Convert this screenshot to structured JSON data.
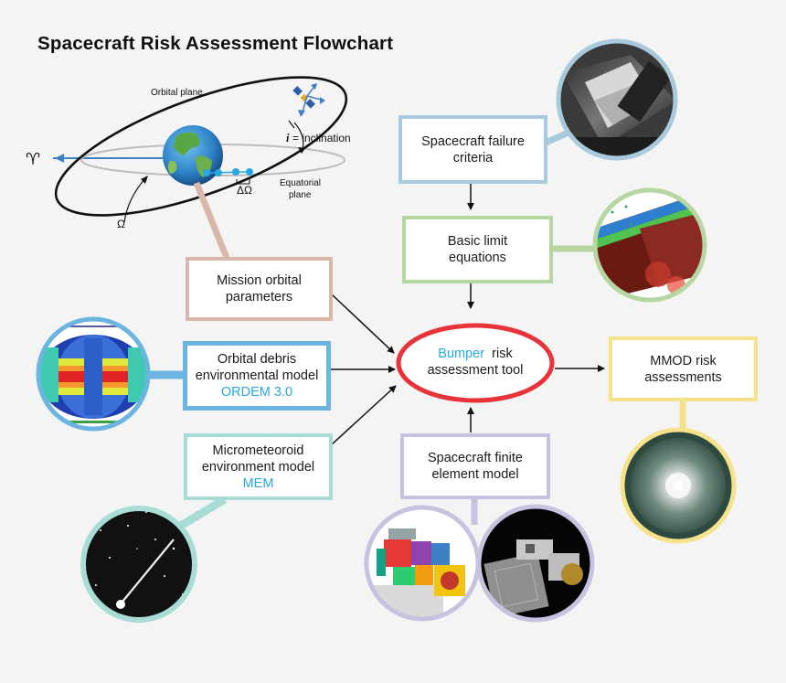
{
  "title": "Spacecraft Risk Assessment Flowchart",
  "orbit_diagram": {
    "orbital_plane_label": "Orbital plane",
    "inclination_symbol": "i",
    "inclination_text": "= inclination",
    "equatorial_plane_label_1": "Equatorial",
    "equatorial_plane_label_2": "plane",
    "delta_omega_label": "ΔΩ",
    "omega_label": "Ω",
    "vernal_symbol": "♈"
  },
  "boxes": {
    "mission": {
      "line1": "Mission orbital",
      "line2": "parameters",
      "border_color": "#d9b7aa"
    },
    "debris": {
      "line1": "Orbital debris",
      "line2": "environmental model",
      "model": "ORDEM 3.0",
      "border_color": "#6bb5e0"
    },
    "micro": {
      "line1": "Micrometeoroid",
      "line2": "environment model",
      "model": "MEM",
      "border_color": "#a8dcd4"
    },
    "failure": {
      "line1": "Spacecraft failure",
      "line2": "criteria",
      "border_color": "#a9c9dc"
    },
    "limit": {
      "line1": "Basic limit",
      "line2": "equations",
      "border_color": "#b6d6a2"
    },
    "fem": {
      "line1": "Spacecraft finite",
      "line2": "element model",
      "border_color": "#c5c3df"
    },
    "mmod": {
      "line1": "MMOD risk",
      "line2": "assessments",
      "border_color": "#f5e28a"
    }
  },
  "center": {
    "tool_name": "Bumper",
    "tool_rest": "risk",
    "line2": "assessment tool",
    "border_color": "#e8333a"
  },
  "colors": {
    "link_blue": "#29a8e0",
    "arrow": "#111111"
  },
  "images": {
    "debris_map": "global debris flux map",
    "meteor": "meteor streak photo",
    "failed_hardware": "damaged hardware photo",
    "impact_sim": "hypervelocity impact simulation",
    "fem_model": "finite element model render",
    "spacecraft_mesh": "spacecraft mesh render",
    "crater": "impact crater photo"
  }
}
